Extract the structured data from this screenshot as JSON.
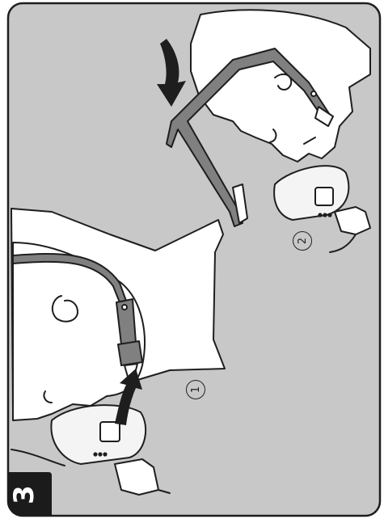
{
  "step": {
    "number": "3"
  },
  "callouts": {
    "first": "1",
    "second": "2"
  },
  "colors": {
    "background": "#c8c8c8",
    "outline": "#1e1e1e",
    "skin": "#ffffff",
    "headgear": "#808080",
    "cushion": "#f4f4f4",
    "badge": "#1b1b1b"
  },
  "icons": [
    "curved-arrow-icon",
    "down-arrow-icon"
  ]
}
